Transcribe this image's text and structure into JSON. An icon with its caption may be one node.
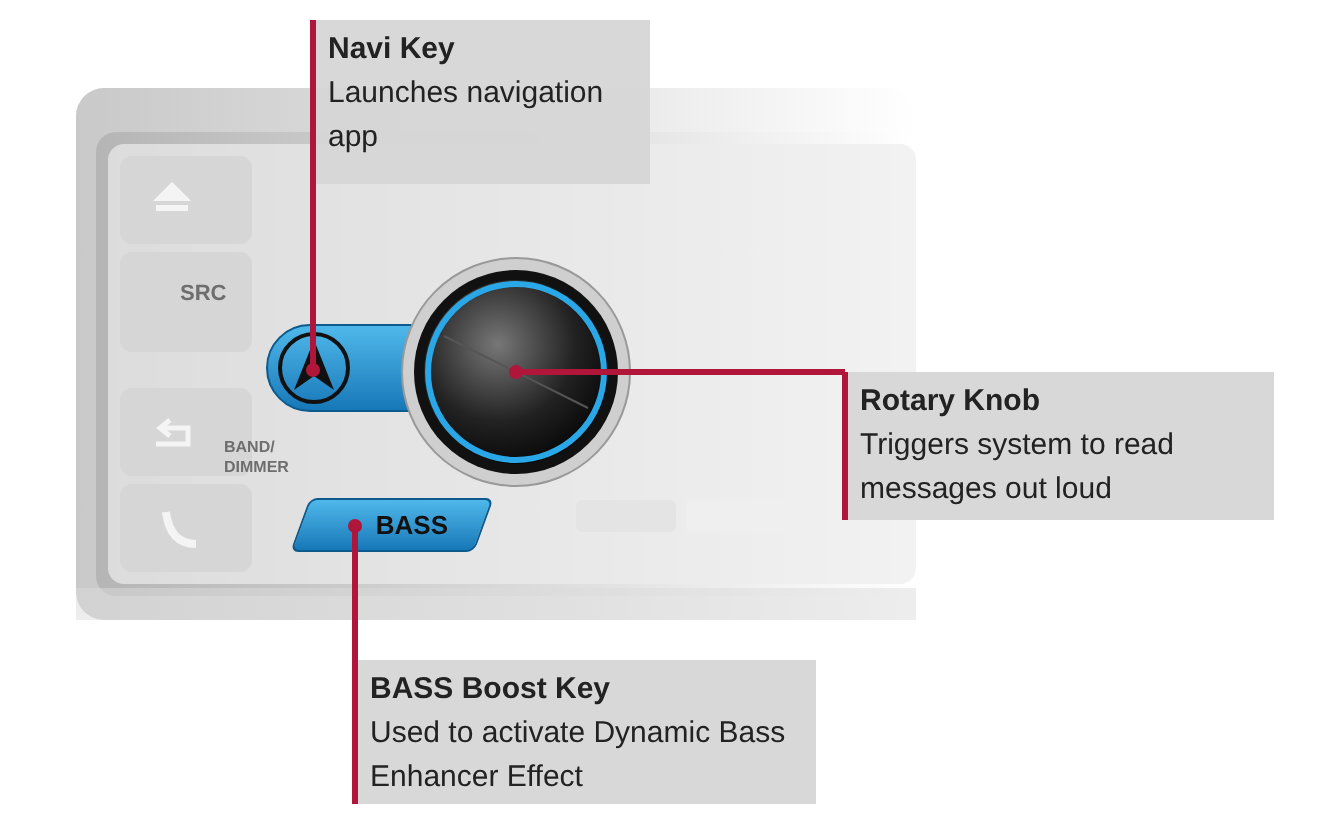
{
  "diagram": {
    "nodes": [
      {
        "text": [
          "Navi Key",
          "Launches navigation app"
        ]
      },
      {
        "text": [
          "Rotary Knob",
          "Triggers system to read messages out loud"
        ]
      },
      {
        "text": [
          "BASS Boost Key",
          "Used to activate Dynamic Bass Enhancer Effect"
        ]
      },
      {
        "text": [],
        "shape": "picture"
      },
      {
        "text": [],
        "shape": "circle"
      },
      {
        "text": [
          "BASS"
        ]
      }
    ],
    "edges": [
      {
        "from": 0,
        "to": 3,
        "arrow": "other"
      },
      {
        "from": 1,
        "to": 4,
        "arrow": "other"
      },
      {
        "from": 2,
        "to": 5,
        "arrow": "other"
      }
    ],
    "labels": [
      "SRC",
      "BAND/ DIMMER"
    ]
  }
}
